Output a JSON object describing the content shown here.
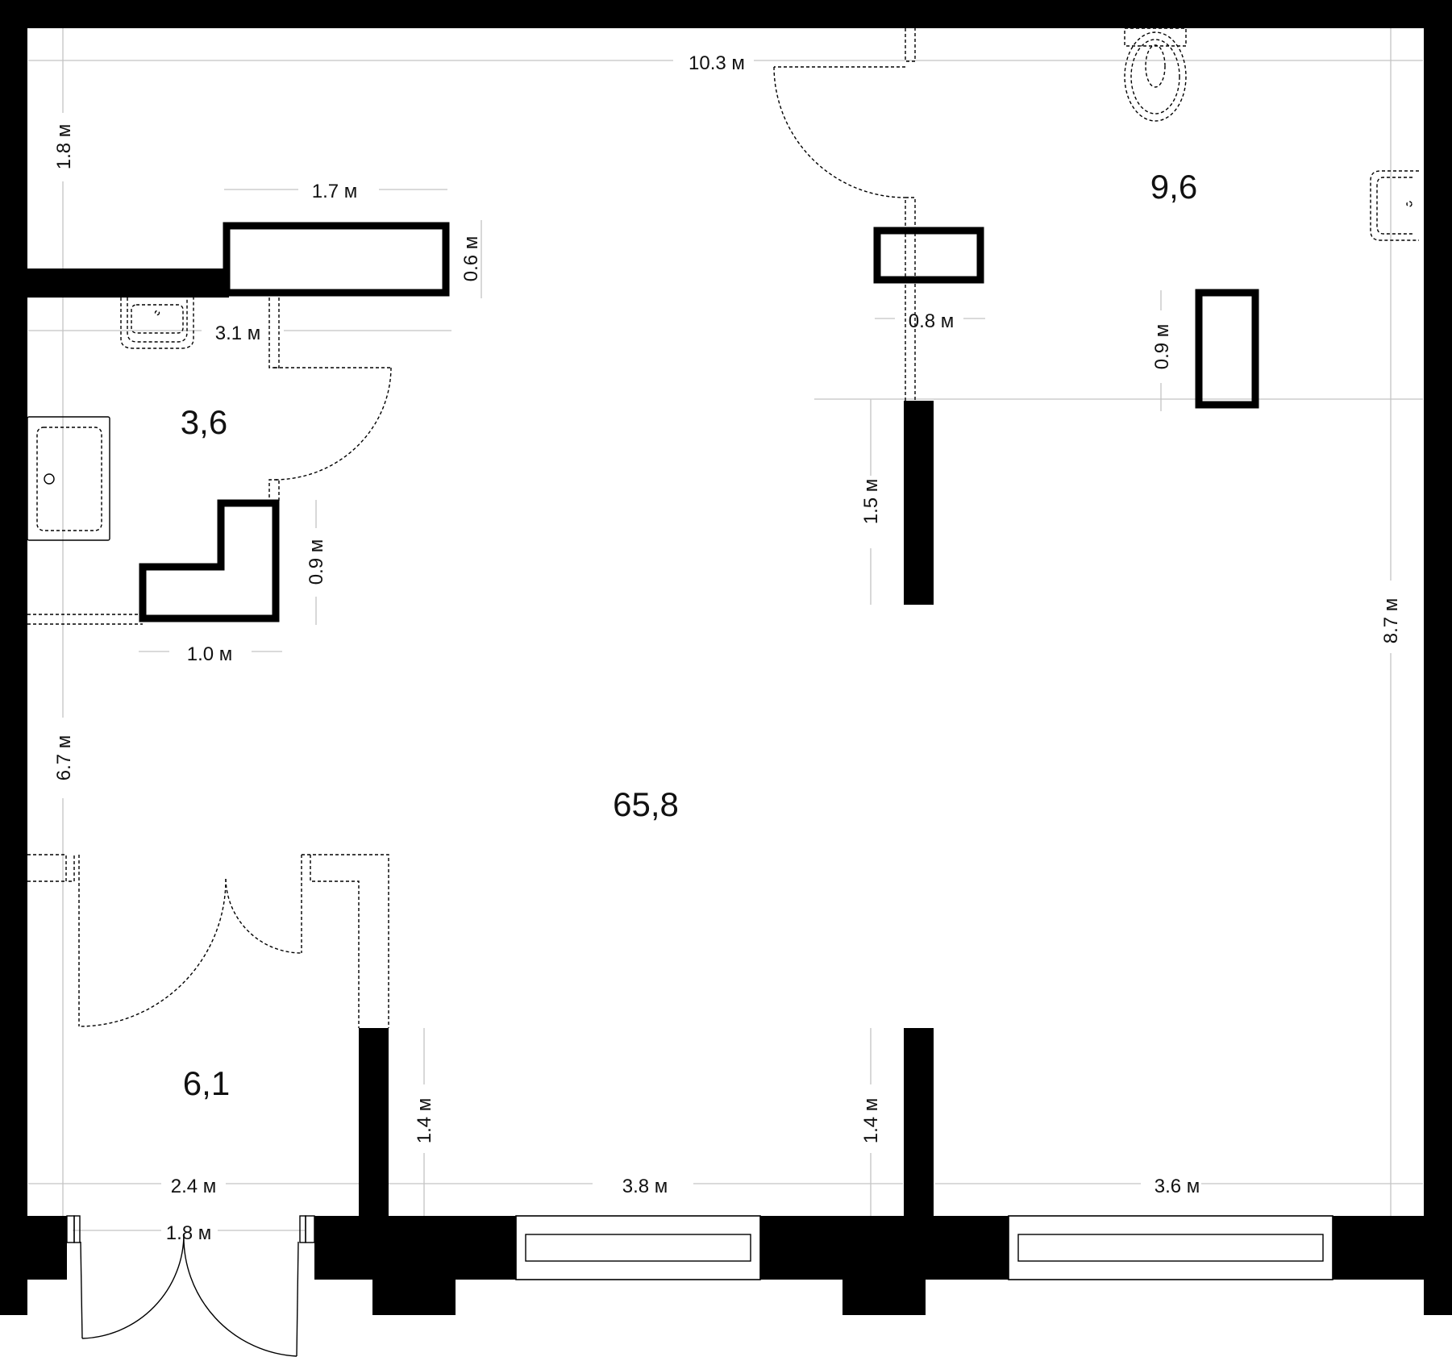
{
  "plan": {
    "rooms": [
      {
        "id": "main",
        "area": "65,8"
      },
      {
        "id": "bathroom-right",
        "area": "9,6"
      },
      {
        "id": "bathroom-left",
        "area": "3,6"
      },
      {
        "id": "entrance-hall",
        "area": "6,1"
      }
    ],
    "dimensions": {
      "top_width": "10.3 м",
      "left_upper_height": "1.8 м",
      "shelf_width": "1.7 м",
      "shelf_depth": "0.6 м",
      "corridor_width": "3.1 м",
      "wardrobe_height": "0.9 м",
      "wardrobe_width": "1.0 м",
      "left_lower_height": "6.7 м",
      "right_block_width": "0.8 м",
      "right_cabinet_height": "0.9 м",
      "partition_length": "1.5 м",
      "right_height": "8.7 м",
      "pier_left_height": "1.4 м",
      "pier_right_height": "1.4 м",
      "bottom_left_width": "2.4 м",
      "bottom_mid_width": "3.8 м",
      "bottom_right_width": "3.6 м",
      "entry_door_width": "1.8 м"
    }
  }
}
